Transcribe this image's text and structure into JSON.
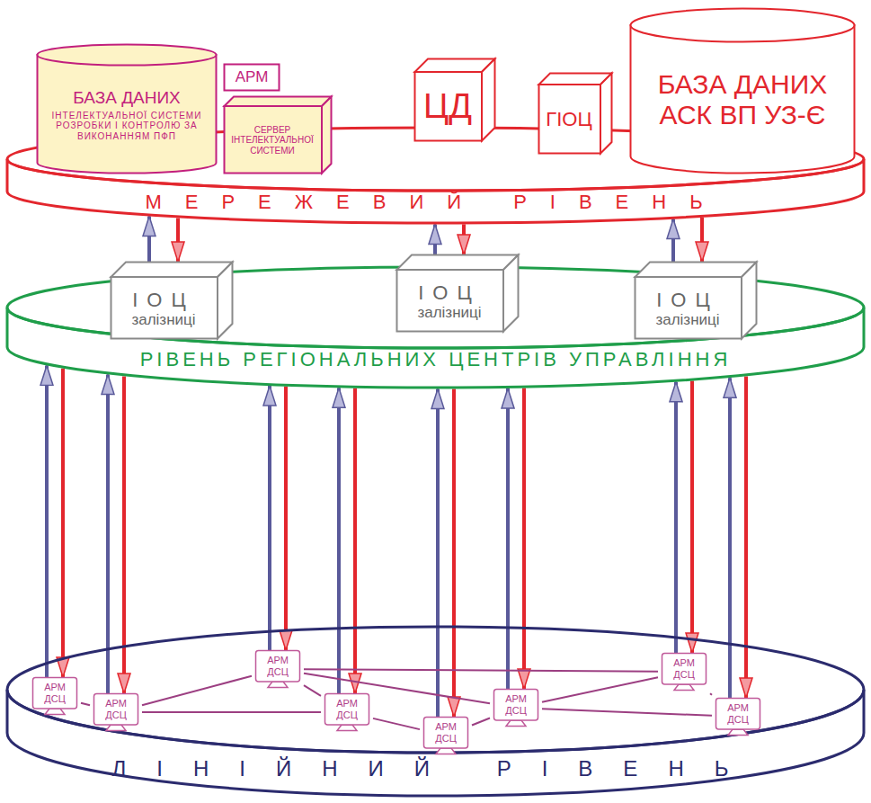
{
  "diagram": {
    "nodes": [
      {
        "text": [
          "БАЗА ДАНИХ",
          "ІНТЕЛЕКТУАЛЬНОЇ СИСТЕМИ РОЗРОБКИ І КОНТРОЛЮ ЗА ВИКОНАННЯМ ПФП"
        ]
      },
      {
        "text": [
          "АРМ"
        ]
      },
      {
        "text": [
          "СЕРВЕР ІНТЕЛЕКТУАЛЬНОЇ СИСТЕМИ"
        ]
      },
      {
        "text": [
          "ЦД"
        ]
      },
      {
        "text": [
          "ГІОЦ"
        ]
      },
      {
        "text": [
          "БАЗА ДАНИХ АСК ВП УЗ-Є"
        ]
      },
      {
        "text": [
          "МЕРЕЖЕВИЙ РІВЕНЬ"
        ]
      },
      {
        "text": [
          "ІОЦ",
          "залізниці"
        ]
      },
      {
        "text": [
          "ІОЦ",
          "залізниці"
        ]
      },
      {
        "text": [
          "ІОЦ",
          "залізниці"
        ]
      },
      {
        "text": [
          "РІВЕНЬ РЕГІОНАЛЬНИХ ЦЕНТРІВ УПРАВЛІННЯ"
        ]
      },
      {
        "text": [
          "АРМ ДСЦ"
        ]
      },
      {
        "text": [
          "АРМ ДСЦ"
        ]
      },
      {
        "text": [
          "АРМ ДСЦ"
        ]
      },
      {
        "text": [
          "АРМ ДСЦ"
        ]
      },
      {
        "text": [
          "АРМ ДСЦ"
        ]
      },
      {
        "text": [
          "АРМ ДСЦ"
        ]
      },
      {
        "text": [
          "АРМ ДСЦ"
        ]
      },
      {
        "text": [
          "АРМ ДСЦ"
        ]
      },
      {
        "text": [
          "ЛІНІЙНИЙ РІВЕНЬ"
        ]
      }
    ],
    "edges": [
      {
        "from": 7,
        "to": 6,
        "arrow": "to"
      },
      {
        "from": 6,
        "to": 7,
        "arrow": "to"
      },
      {
        "from": 8,
        "to": 6,
        "arrow": "to"
      },
      {
        "from": 6,
        "to": 8,
        "arrow": "to"
      },
      {
        "from": 9,
        "to": 6,
        "arrow": "to"
      },
      {
        "from": 6,
        "to": 9,
        "arrow": "to"
      },
      {
        "from": 11,
        "to": 10,
        "arrow": "to"
      },
      {
        "from": 10,
        "to": 11,
        "arrow": "to"
      },
      {
        "from": 12,
        "to": 10,
        "arrow": "to"
      },
      {
        "from": 10,
        "to": 12,
        "arrow": "to"
      },
      {
        "from": 13,
        "to": 10,
        "arrow": "to"
      },
      {
        "from": 10,
        "to": 13,
        "arrow": "to"
      },
      {
        "from": 14,
        "to": 10,
        "arrow": "to"
      },
      {
        "from": 10,
        "to": 14,
        "arrow": "to"
      },
      {
        "from": 15,
        "to": 10,
        "arrow": "to"
      },
      {
        "from": 10,
        "to": 15,
        "arrow": "to"
      },
      {
        "from": 16,
        "to": 10,
        "arrow": "to"
      },
      {
        "from": 10,
        "to": 16,
        "arrow": "to"
      },
      {
        "from": 17,
        "to": 10,
        "arrow": "to"
      },
      {
        "from": 10,
        "to": 17,
        "arrow": "to"
      },
      {
        "from": 18,
        "to": 10,
        "arrow": "to"
      },
      {
        "from": 10,
        "to": 18,
        "arrow": "to"
      },
      {
        "from": 11,
        "to": 12,
        "arrow": "none"
      },
      {
        "from": 12,
        "to": 13,
        "arrow": "none"
      },
      {
        "from": 12,
        "to": 14,
        "arrow": "none"
      },
      {
        "from": 13,
        "to": 14,
        "arrow": "none"
      },
      {
        "from": 13,
        "to": 16,
        "arrow": "none"
      },
      {
        "from": 14,
        "to": 15,
        "arrow": "none"
      },
      {
        "from": 15,
        "to": 16,
        "arrow": "none"
      },
      {
        "from": 16,
        "to": 17,
        "arrow": "none"
      },
      {
        "from": 16,
        "to": 18,
        "arrow": "none"
      },
      {
        "from": 17,
        "to": 18,
        "arrow": "none"
      },
      {
        "from": 13,
        "to": 17,
        "arrow": "none"
      }
    ]
  }
}
